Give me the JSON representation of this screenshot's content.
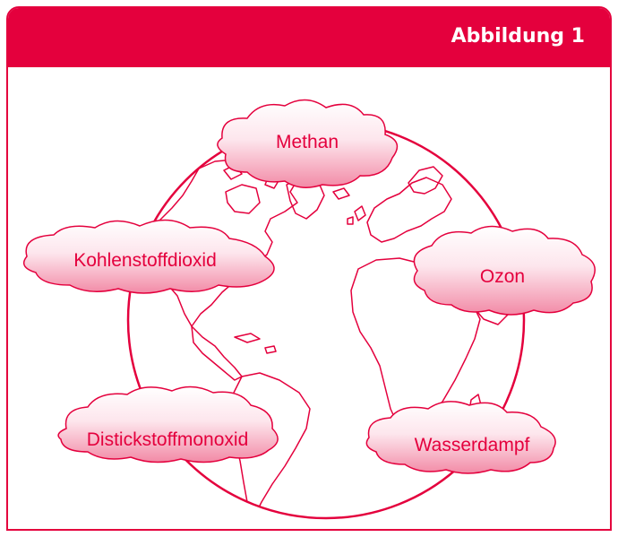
{
  "header": {
    "title": "Abbildung 1"
  },
  "colors": {
    "accent": "#e4003d",
    "cloud_fill_top": "#ffffff",
    "cloud_fill_bottom": "#f28aa6"
  },
  "clouds": [
    {
      "label": "Methan"
    },
    {
      "label": "Kohlenstoffdioxid"
    },
    {
      "label": "Ozon"
    },
    {
      "label": "Distickstoffmonoxid"
    },
    {
      "label": "Wasserdampf"
    }
  ]
}
